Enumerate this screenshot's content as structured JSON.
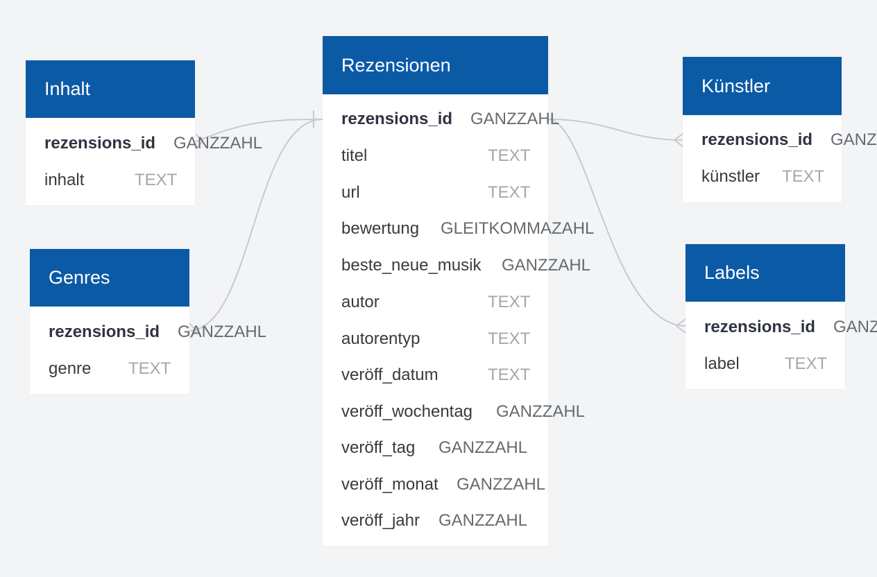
{
  "colors": {
    "header_bg": "#0b5aa6",
    "header_text": "#ffffff",
    "canvas_bg": "#f3f4f6",
    "connector": "#c7c9cc"
  },
  "tables": {
    "inhalt": {
      "title": "Inhalt",
      "columns": [
        {
          "name": "rezensions_id",
          "type": "GANZZAHL"
        },
        {
          "name": "inhalt",
          "type": "TEXT"
        }
      ]
    },
    "genres": {
      "title": "Genres",
      "columns": [
        {
          "name": "rezensions_id",
          "type": "GANZZAHL"
        },
        {
          "name": "genre",
          "type": "TEXT"
        }
      ]
    },
    "rezensionen": {
      "title": "Rezensionen",
      "columns": [
        {
          "name": "rezensions_id",
          "type": "GANZZAHL"
        },
        {
          "name": "titel",
          "type": "TEXT"
        },
        {
          "name": "url",
          "type": "TEXT"
        },
        {
          "name": "bewertung",
          "type": "GLEITKOMMAZAHL"
        },
        {
          "name": "beste_neue_musik",
          "type": "GANZZAHL"
        },
        {
          "name": "autor",
          "type": "TEXT"
        },
        {
          "name": "autorentyp",
          "type": "TEXT"
        },
        {
          "name": "veröff_datum",
          "type": "TEXT"
        },
        {
          "name": "veröff_wochentag",
          "type": "GANZZAHL"
        },
        {
          "name": "veröff_tag",
          "type": "GANZZAHL"
        },
        {
          "name": "veröff_monat",
          "type": "GANZZAHL"
        },
        {
          "name": "veröff_jahr",
          "type": "GANZZAHL"
        }
      ]
    },
    "kuenstler": {
      "title": "Künstler",
      "columns": [
        {
          "name": "rezensions_id",
          "type": "GANZ"
        },
        {
          "name": "künstler",
          "type": "TEXT"
        }
      ]
    },
    "labels": {
      "title": "Labels",
      "columns": [
        {
          "name": "rezensions_id",
          "type": "GANZ"
        },
        {
          "name": "label",
          "type": "TEXT"
        }
      ]
    }
  }
}
